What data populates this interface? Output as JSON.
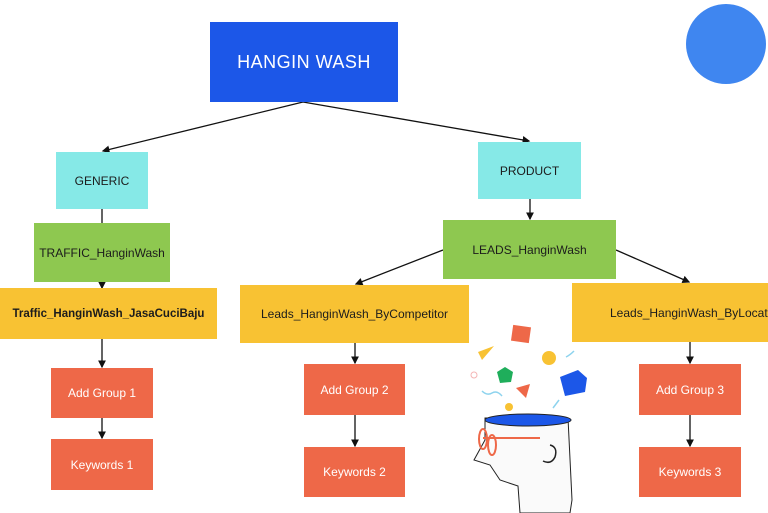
{
  "root": {
    "label": "HANGIN WASH",
    "color": "#1c57e8"
  },
  "branches": [
    {
      "category": "GENERIC",
      "campaign": "TRAFFIC_HanginWash",
      "ad_group_set": "Traffic_HanginWash_JasaCuciBaju",
      "ad_group": "Add Group 1",
      "keywords": "Keywords 1"
    },
    {
      "category": "PRODUCT",
      "campaign": "LEADS_HanginWash",
      "children": [
        {
          "ad_group_set": "Leads_HanginWash_ByCompetitor",
          "ad_group": "Add Group 2",
          "keywords": "Keywords 2"
        },
        {
          "ad_group_set": "Leads_HanginWash_ByLocation",
          "ad_group": "Add Group 3",
          "keywords": "Keywords 3"
        }
      ]
    }
  ],
  "colors": {
    "category": "#86e9e7",
    "campaign": "#8ec850",
    "ad_group_set": "#f8c233",
    "ad_group": "#ee6848",
    "circle": "#3f86f0"
  },
  "illustration": "head-with-ideas-icon"
}
